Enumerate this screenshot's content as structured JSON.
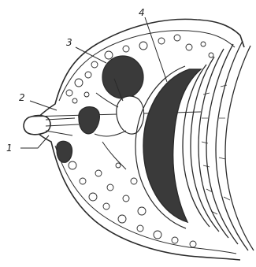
{
  "figure": {
    "labels": [
      {
        "id": "1",
        "text": "1"
      },
      {
        "id": "2",
        "text": "2"
      },
      {
        "id": "3",
        "text": "3"
      },
      {
        "id": "4",
        "text": "4"
      }
    ],
    "colors": {
      "ink": "#2a2a2a",
      "dark_mass": "#3a3a3a",
      "paper": "#ffffff"
    }
  }
}
